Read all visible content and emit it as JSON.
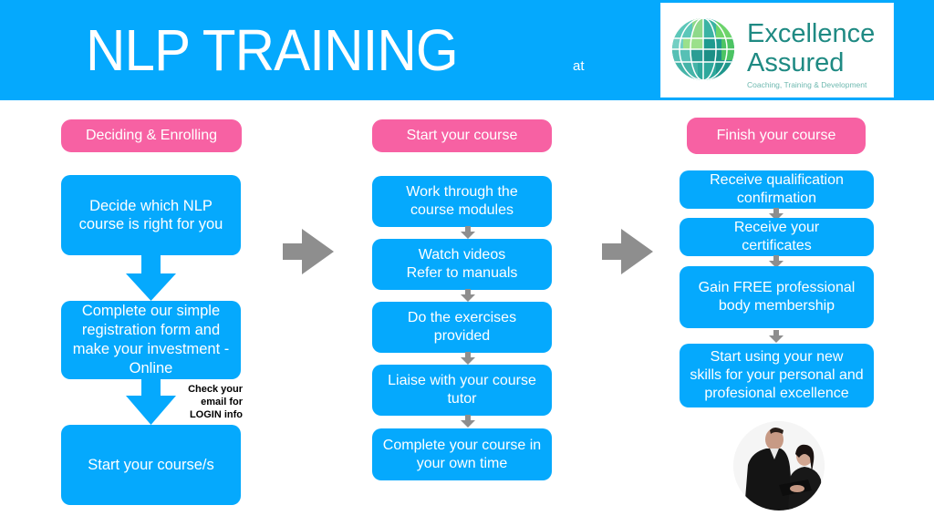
{
  "header": {
    "title": "NLP TRAINING",
    "at_label": "at",
    "logo": {
      "brand_line1": "Excellence",
      "brand_line2": "Assured",
      "tagline": "Coaching, Training & Development"
    }
  },
  "colors": {
    "header_bg": "#05a9fd",
    "box_bg": "#05a9fd",
    "pill_bg": "#f761a3",
    "arrow_gray": "#8e8e8e",
    "logo_text": "#1f8a83"
  },
  "columns": [
    {
      "heading": "Deciding & Enrolling",
      "steps": [
        "Decide which NLP\ncourse is right for you",
        "Complete our simple\nregistration form and\nmake your investment -\nOnline",
        "Start your course/s"
      ],
      "note": "Check your\nemail for\nLOGIN info"
    },
    {
      "heading": "Start your course",
      "steps": [
        "Work through the\ncourse modules",
        "Watch videos\nRefer to manuals",
        "Do the exercises\nprovided",
        "Liaise with your course\ntutor",
        "Complete your course in\nyour own time"
      ]
    },
    {
      "heading": "Finish your course",
      "steps": [
        "Receive qualification\nconfirmation",
        "Receive your\ncertificates",
        "Gain FREE professional\nbody membership",
        "Start using your new\nskills for your personal and\nprofesional excellence"
      ]
    }
  ],
  "icons": {
    "flow_arrow": "right-arrow",
    "step_arrow": "down-arrow",
    "logo_mark": "globe"
  }
}
